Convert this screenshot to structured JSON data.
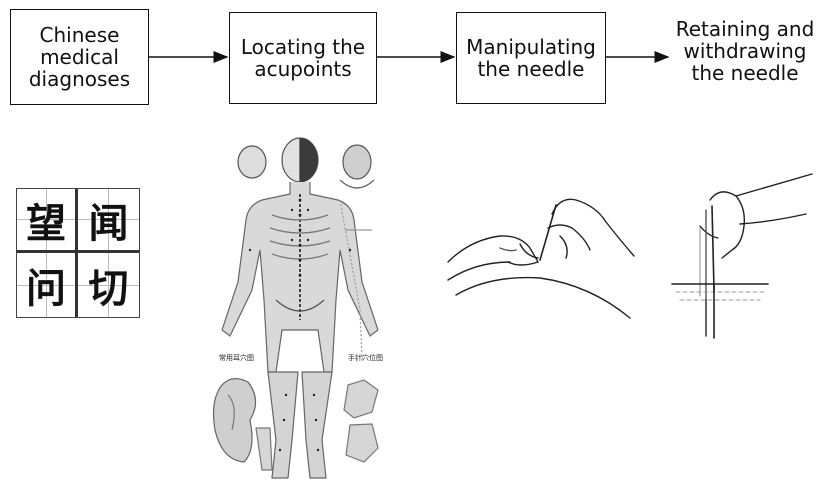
{
  "steps": [
    {
      "label": "Chinese\nmedical\ndiagnoses"
    },
    {
      "label": "Locating the\nacupoints"
    },
    {
      "label": "Manipulating\nthe needle"
    },
    {
      "label": "Retaining and\nwithdrawing\nthe needle"
    }
  ],
  "diagnosis_chars": [
    "望",
    "闻",
    "问",
    "切"
  ],
  "chart_labels": {
    "ear_chart": "常用耳穴图",
    "hand_chart": "手针穴位图"
  }
}
